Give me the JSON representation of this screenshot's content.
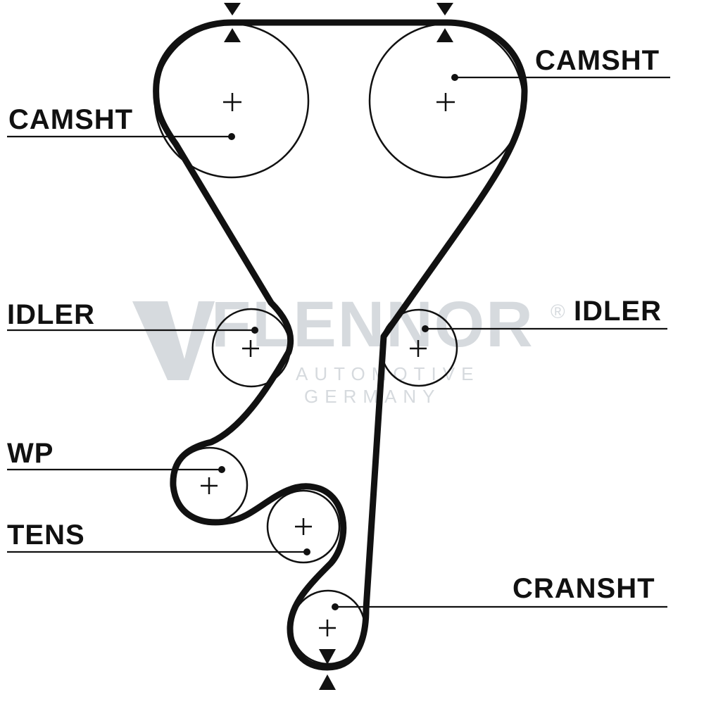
{
  "diagram": {
    "labels": {
      "camshaft_left": "CAMSHT",
      "camshaft_right": "CAMSHT",
      "idler_left": "IDLER",
      "idler_right": "IDLER",
      "water_pump": "WP",
      "tensioner": "TENS",
      "crankshaft": "CRANSHT"
    },
    "watermark": {
      "brand": "FLENNOR",
      "registered": "®",
      "line1": "AUTOMOTIVE",
      "line2": "GERMANY"
    },
    "colors": {
      "line": "#111111",
      "watermark": "#d6dade",
      "background": "#ffffff"
    }
  }
}
